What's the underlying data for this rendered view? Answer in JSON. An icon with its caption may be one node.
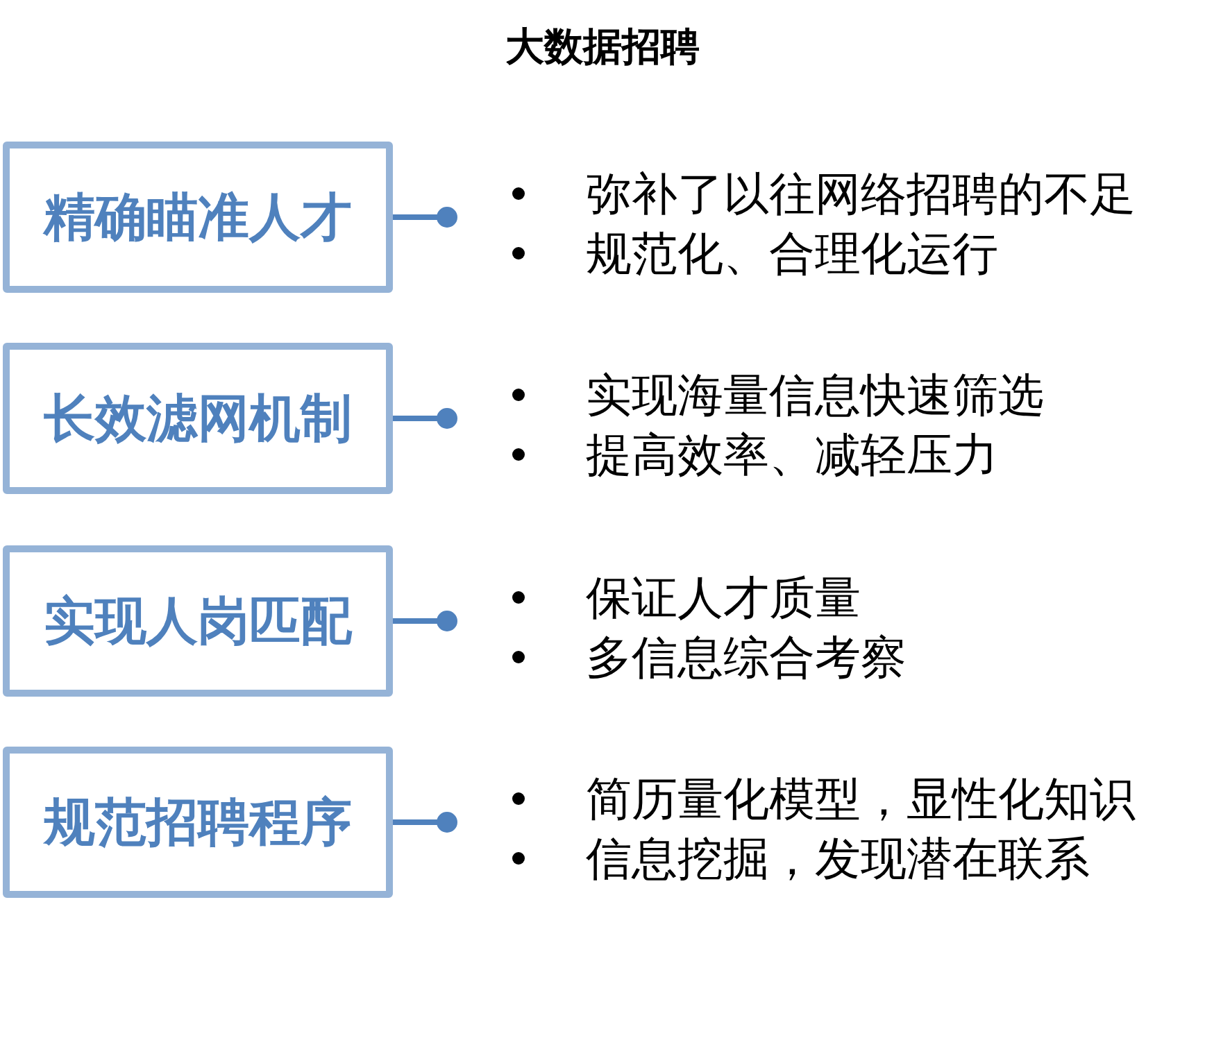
{
  "diagram": {
    "title": "大数据招聘",
    "nodes": [
      {
        "text": [
          "精确瞄准人才"
        ]
      },
      {
        "text": [
          "弥补了以往网络招聘的不足",
          "规范化、合理化运行"
        ]
      },
      {
        "text": [
          "长效滤网机制"
        ]
      },
      {
        "text": [
          "实现海量信息快速筛选",
          "提高效率、减轻压力"
        ]
      },
      {
        "text": [
          "实现人岗匹配"
        ]
      },
      {
        "text": [
          "保证人才质量",
          "多信息综合考察"
        ]
      },
      {
        "text": [
          "规范招聘程序"
        ]
      },
      {
        "text": [
          "简历量化模型，显性化知识",
          "信息挖掘，发现潜在联系"
        ]
      }
    ],
    "edges": [
      {
        "from": 0,
        "to": 1,
        "arrow": "other"
      },
      {
        "from": 2,
        "to": 3,
        "arrow": "other"
      },
      {
        "from": 4,
        "to": 5,
        "arrow": "other"
      },
      {
        "from": 6,
        "to": 7,
        "arrow": "other"
      }
    ]
  }
}
